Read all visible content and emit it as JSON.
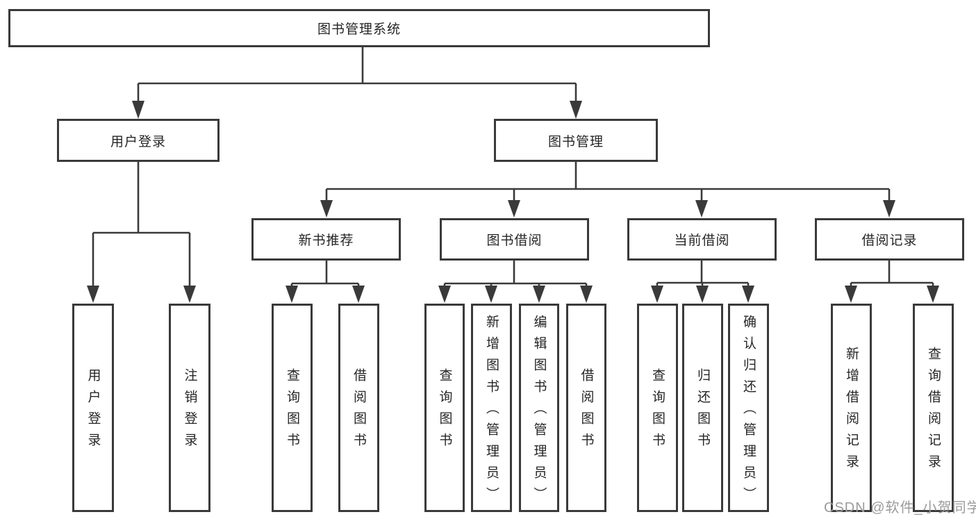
{
  "diagram": {
    "title": "图书管理系统",
    "colors": {
      "line": "#3a3a3a",
      "box_border": "#3a3a3a",
      "text": "#262626",
      "watermark": "#9b9b9b"
    }
  },
  "nodes": {
    "root": {
      "label": "图书管理系统"
    },
    "level2": [
      {
        "id": "user-login",
        "label": "用户登录"
      },
      {
        "id": "book-management",
        "label": "图书管理"
      }
    ],
    "level3": [
      {
        "id": "new-book-recommend",
        "label": "新书推荐",
        "parent": "book-management"
      },
      {
        "id": "book-borrow",
        "label": "图书借阅",
        "parent": "book-management"
      },
      {
        "id": "current-borrow",
        "label": "当前借阅",
        "parent": "book-management"
      },
      {
        "id": "borrow-records",
        "label": "借阅记录",
        "parent": "book-management"
      }
    ],
    "leaves": [
      {
        "id": "user-login",
        "label": "用户登录",
        "parent": "user-login"
      },
      {
        "id": "logout",
        "label": "注销登录",
        "parent": "user-login"
      },
      {
        "id": "query-books",
        "label": "查询图书",
        "parent": "new-book-recommend"
      },
      {
        "id": "borrow-books",
        "label": "借阅图书",
        "parent": "new-book-recommend"
      },
      {
        "id": "query-books",
        "label": "查询图书",
        "parent": "book-borrow"
      },
      {
        "id": "add-book-admin",
        "label": "新增图书（管理员）",
        "parent": "book-borrow"
      },
      {
        "id": "edit-book-admin",
        "label": "编辑图书（管理员）",
        "parent": "book-borrow"
      },
      {
        "id": "borrow-books",
        "label": "借阅图书",
        "parent": "book-borrow"
      },
      {
        "id": "query-books",
        "label": "查询图书",
        "parent": "current-borrow"
      },
      {
        "id": "return-book",
        "label": "归还图书",
        "parent": "current-borrow"
      },
      {
        "id": "confirm-return-admin",
        "label": "确认归还（管理员）",
        "parent": "current-borrow"
      },
      {
        "id": "add-borrow-record",
        "label": "新增借阅记录",
        "parent": "borrow-records"
      },
      {
        "id": "query-borrow-record",
        "label": "查询借阅记录",
        "parent": "borrow-records"
      }
    ]
  },
  "watermark": {
    "text": "CSDN @软件_小贺同学"
  }
}
